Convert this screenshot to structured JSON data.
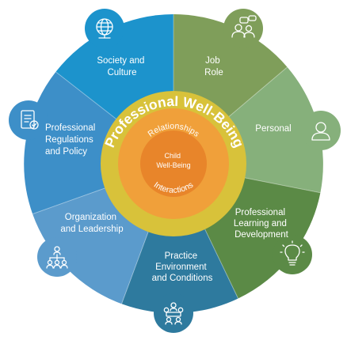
{
  "title": "Professional Well-Being",
  "rings": {
    "relationships": "Relationships",
    "interactions": "Interactions",
    "center_lines": [
      "Child",
      "Well-Being"
    ]
  },
  "segments": [
    {
      "key": "job-role",
      "lines": [
        "Job",
        "Role"
      ],
      "color": "#7f9e5a",
      "icon": "people-icon"
    },
    {
      "key": "personal",
      "lines": [
        "Personal"
      ],
      "color": "#86b07b",
      "icon": "person-icon"
    },
    {
      "key": "professional-learning",
      "lines": [
        "Professional",
        "Learning and",
        "Development"
      ],
      "color": "#5b8a46",
      "icon": "lightbulb-icon"
    },
    {
      "key": "practice-environment",
      "lines": [
        "Practice",
        "Environment",
        "and Conditions"
      ],
      "color": "#2e7a9e",
      "icon": "group-icon"
    },
    {
      "key": "organization-leadership",
      "lines": [
        "Organization",
        "and Leadership"
      ],
      "color": "#5b9bcc",
      "icon": "org-chart-icon"
    },
    {
      "key": "professional-regulations",
      "lines": [
        "Professional",
        "Regulations",
        "and Policy"
      ],
      "color": "#3d8fc8",
      "icon": "document-icon"
    },
    {
      "key": "society-culture",
      "lines": [
        "Society and",
        "Culture"
      ],
      "color": "#1c93cc",
      "icon": "globe-icon"
    }
  ],
  "colors": {
    "yellow_ring": "#d8c23a",
    "orange_ring": "#f0a03a",
    "center": "#e8852a"
  }
}
